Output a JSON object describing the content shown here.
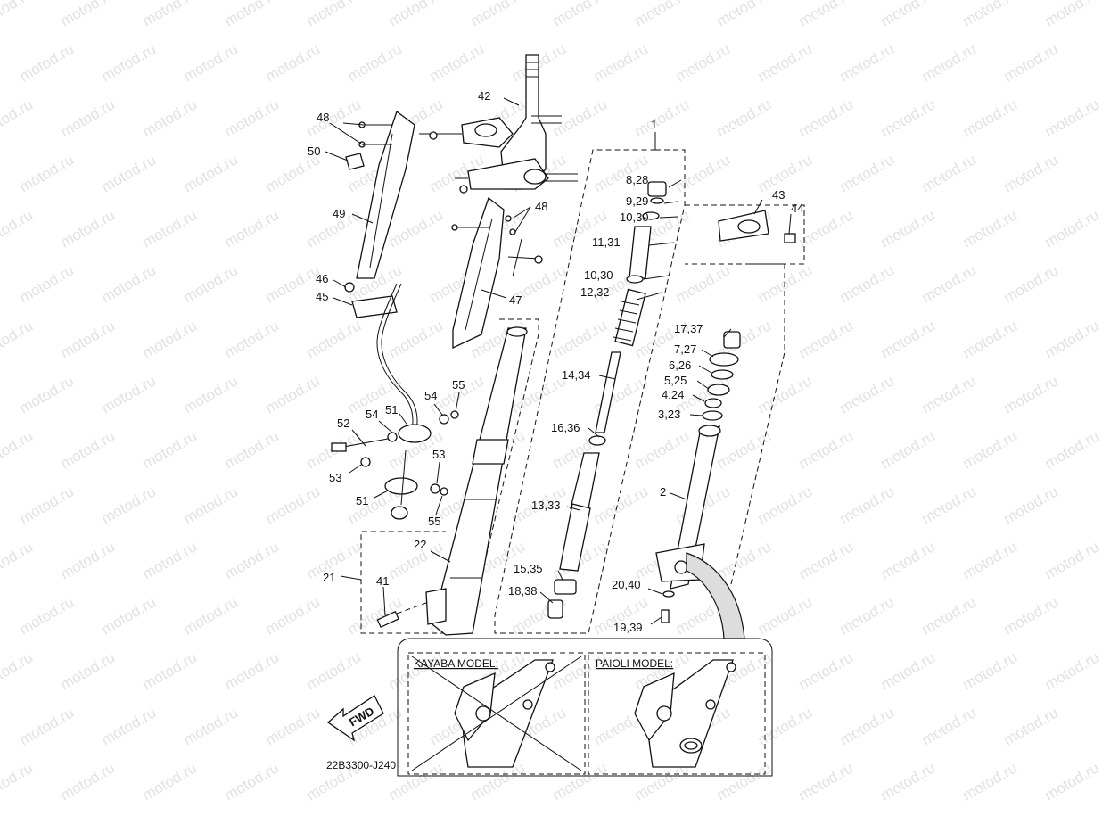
{
  "diagram": {
    "watermark": "motod.ru",
    "drawing_code": "22B3300-J240",
    "fwd_label": "FWD",
    "models": {
      "kayaba": "KAYABA MODEL:",
      "paioli": "PAIOLI MODEL:"
    },
    "callouts": [
      "1",
      "2",
      "8,28",
      "9,29",
      "10,30",
      "11,31",
      "10,30",
      "12,32",
      "14,34",
      "16,36",
      "13,33",
      "15,35",
      "18,38",
      "20,40",
      "19,39",
      "17,37",
      "7,27",
      "6,26",
      "5,25",
      "4,24",
      "3,23",
      "42",
      "43",
      "44",
      "48",
      "48",
      "50",
      "49",
      "46",
      "45",
      "47",
      "54",
      "55",
      "54",
      "51",
      "52",
      "53",
      "53",
      "51",
      "55",
      "22",
      "21",
      "41"
    ]
  }
}
